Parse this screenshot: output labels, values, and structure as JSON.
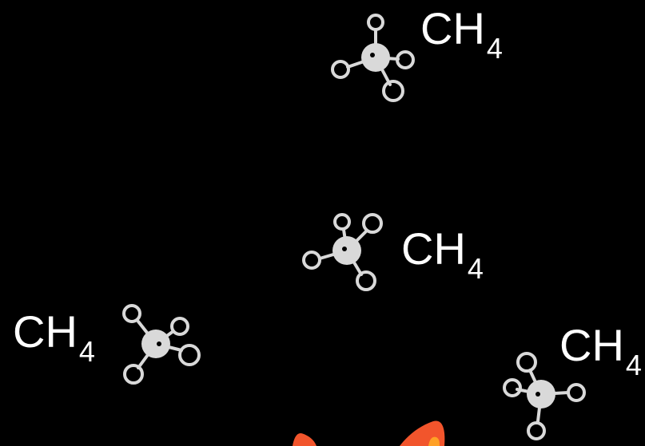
{
  "molecules": [
    {
      "formula_main": "CH",
      "formula_sub": "4"
    },
    {
      "formula_main": "CH",
      "formula_sub": "4"
    },
    {
      "formula_main": "CH",
      "formula_sub": "4"
    },
    {
      "formula_main": "CH",
      "formula_sub": "4"
    }
  ],
  "colors": {
    "background": "#000000",
    "atom": "#d9d9d9",
    "text": "#ffffff",
    "flame_outer": "#f2552c",
    "flame_inner": "#ffa126"
  }
}
